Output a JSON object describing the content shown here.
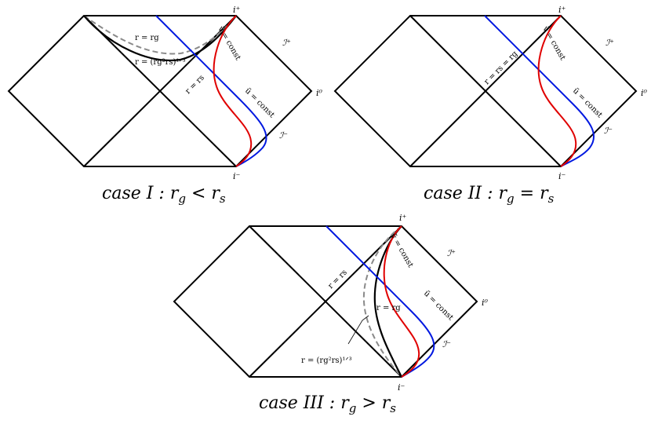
{
  "colors": {
    "v_curve": "#e00000",
    "u_curve": "#0018e0",
    "r_g_curve": "#000000",
    "r_gs_curve": "#8a8a8a"
  },
  "labels": {
    "i_plus": "i⁺",
    "i_minus": "i⁻",
    "i_zero": "i⁰",
    "scri_plus": "ℐ⁺",
    "scri_minus": "ℐ⁻",
    "v_const": "ṽ = const",
    "u_const": "ũ = const",
    "r_rg": "r = rg",
    "r_rs": "r = rs",
    "r_rs_rg": "r = rs = rg",
    "r_mix": "r = (rg²rs)¹ᐟ³"
  },
  "captions": {
    "case1": {
      "prefix": "case I : r",
      "sub1": "g",
      "rel": " < r",
      "sub2": "s"
    },
    "case2": {
      "prefix": "case II : r",
      "sub1": "g",
      "rel": " = r",
      "sub2": "s"
    },
    "case3": {
      "prefix": "case III : r",
      "sub1": "g",
      "rel": " > r",
      "sub2": "s"
    }
  }
}
